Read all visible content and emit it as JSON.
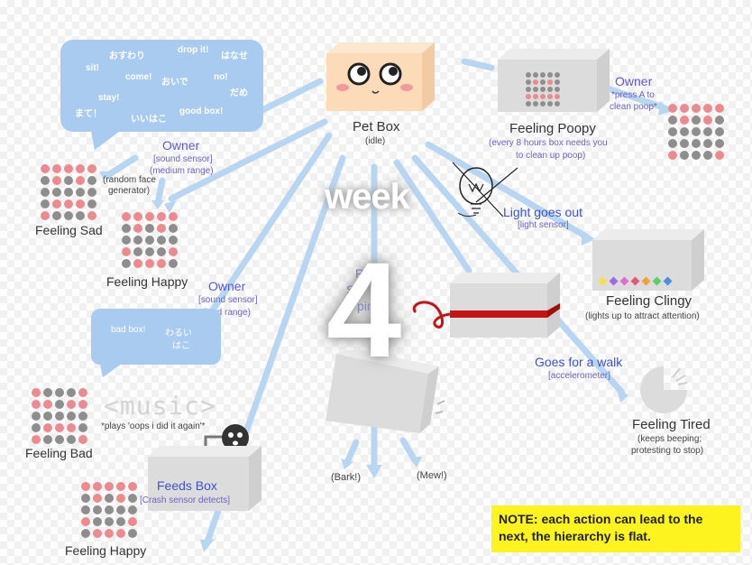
{
  "bubble_top": {
    "words": [
      "おすわり",
      "drop it!",
      "はなせ",
      "sit!",
      "come!",
      "おいで",
      "no!",
      "stay!",
      "だめ",
      "まて！",
      "いいはこ",
      "good box!"
    ]
  },
  "bubble_bottom": {
    "words": [
      "bad box!",
      "わるい",
      "はこ"
    ]
  },
  "pet_box": {
    "label": "Pet Box",
    "state": "(idle)"
  },
  "owner_sound_medium": {
    "owner": "Owner",
    "sensor": "[sound sensor]",
    "range": "(medium range)"
  },
  "owner_sound_loud": {
    "owner": "Owner",
    "sensor": "[sound sensor]",
    "range": "(loud  range)"
  },
  "owner_poop": {
    "owner": "Owner",
    "note1": "*press A to",
    "note2": "clean poop*"
  },
  "random_face": {
    "line1": "(random face",
    "line2": "generator)"
  },
  "feeling_sad": "Feeling Sad",
  "feeling_happy_1": "Feeling Happy",
  "feeling_happy_2": "Feeling Happy",
  "feeling_bad": "Feeling Bad",
  "music": {
    "label": "<music>",
    "note": "*plays 'oops i did it again'*"
  },
  "feeds_box": {
    "label": "Feeds Box",
    "sensor": "[Crash sensor detects]"
  },
  "feeling_poopy": {
    "label": "Feeling Poopy",
    "note1": "(every 8 hours box needs you",
    "note2": "to clean up poop)"
  },
  "light_out": {
    "label": "Light goes out",
    "sensor": "[light sensor]"
  },
  "feeling_clingy": {
    "label": "Feeling Clingy",
    "note": "(lights up to attract attention)"
  },
  "walk": {
    "label": "Goes for a walk",
    "sensor": "[accelerometer]"
  },
  "feeling_tired": {
    "label": "Feeling Tired",
    "note1": "(keeps beeping;",
    "note2": "protesting to stop)"
  },
  "pat": {
    "line1": "Pa",
    "line2": "S",
    "line3": "pin i"
  },
  "bark": "(Bark!)",
  "mew": "(Mew!)",
  "week": "week",
  "week_number": "4",
  "note": {
    "line1": "NOTE: each action can lead to the",
    "line2": "next, the hierarchy is flat."
  },
  "colors": {
    "bubble": "#a9cbef",
    "arrow": "#b8d6f2",
    "pink": "#ec8a90",
    "gray": "#8e8e8e",
    "note": "#fdf31f",
    "owner_text": "#5b57d6"
  }
}
